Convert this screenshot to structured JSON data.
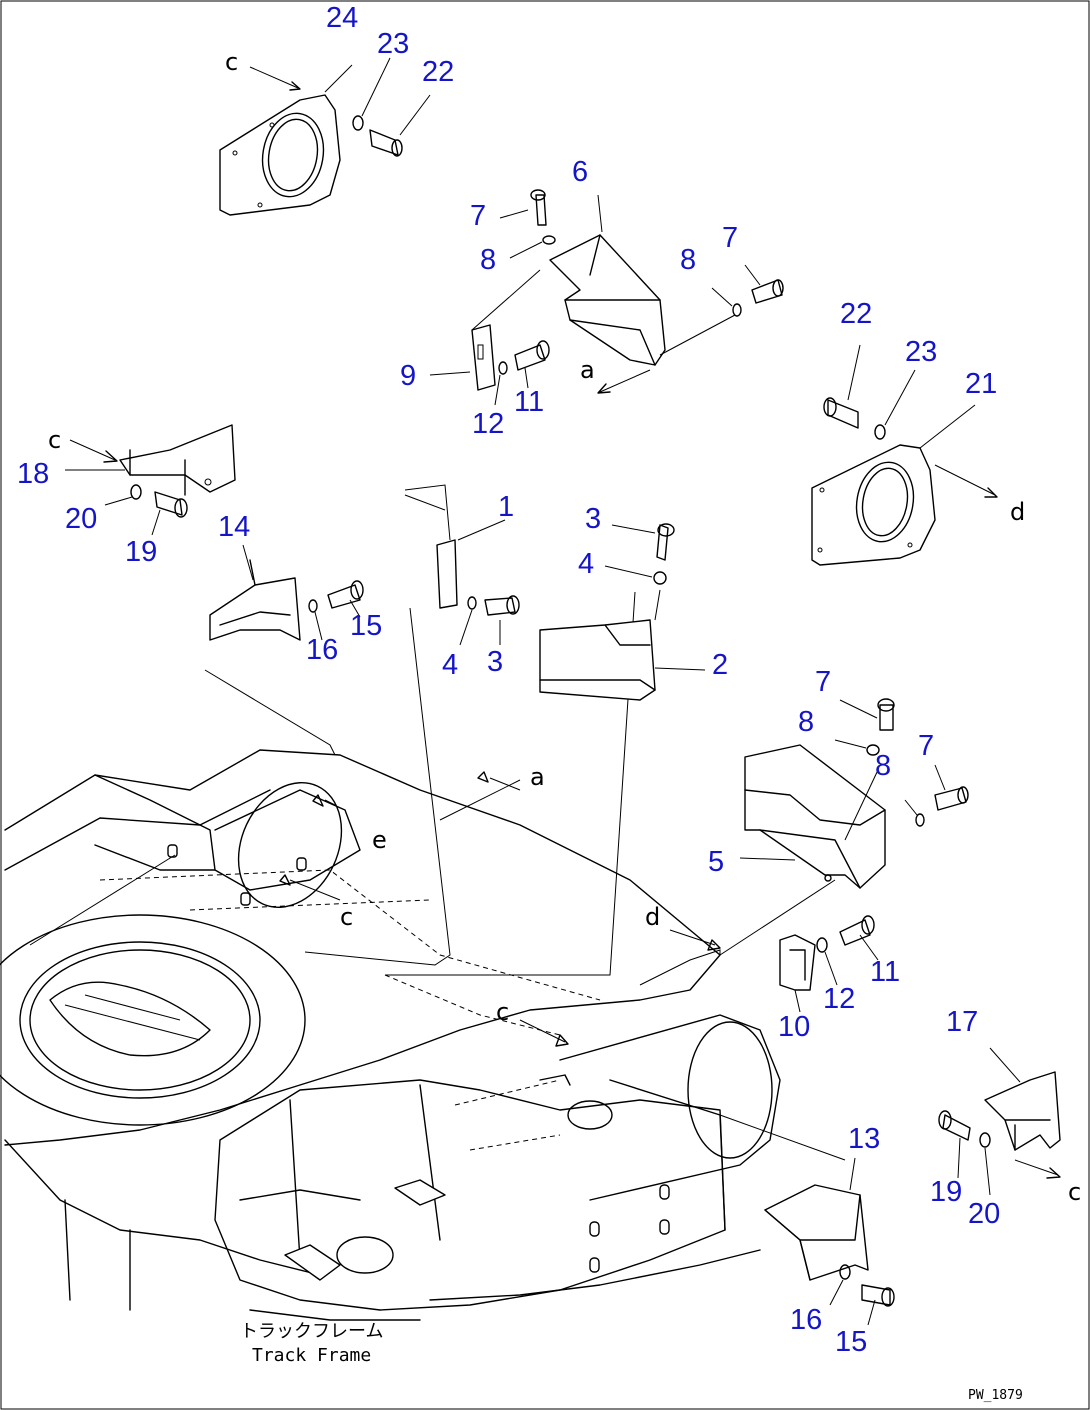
{
  "diagram": {
    "page_id": "PW_1879",
    "frame_label_jp": "トラックフレーム",
    "frame_label_en": "Track Frame",
    "label_color": "#1414c8",
    "callouts": [
      {
        "id": "c1",
        "text": "1"
      },
      {
        "id": "c2",
        "text": "2"
      },
      {
        "id": "c3a",
        "text": "3"
      },
      {
        "id": "c3b",
        "text": "3"
      },
      {
        "id": "c4a",
        "text": "4"
      },
      {
        "id": "c4b",
        "text": "4"
      },
      {
        "id": "c5",
        "text": "5"
      },
      {
        "id": "c6",
        "text": "6"
      },
      {
        "id": "c7a",
        "text": "7"
      },
      {
        "id": "c7b",
        "text": "7"
      },
      {
        "id": "c7c",
        "text": "7"
      },
      {
        "id": "c7d",
        "text": "7"
      },
      {
        "id": "c8a",
        "text": "8"
      },
      {
        "id": "c8b",
        "text": "8"
      },
      {
        "id": "c8c",
        "text": "8"
      },
      {
        "id": "c8d",
        "text": "8"
      },
      {
        "id": "c9",
        "text": "9"
      },
      {
        "id": "c10",
        "text": "10"
      },
      {
        "id": "c11a",
        "text": "11"
      },
      {
        "id": "c11b",
        "text": "11"
      },
      {
        "id": "c12a",
        "text": "12"
      },
      {
        "id": "c12b",
        "text": "12"
      },
      {
        "id": "c13",
        "text": "13"
      },
      {
        "id": "c14",
        "text": "14"
      },
      {
        "id": "c15a",
        "text": "15"
      },
      {
        "id": "c15b",
        "text": "15"
      },
      {
        "id": "c16a",
        "text": "16"
      },
      {
        "id": "c16b",
        "text": "16"
      },
      {
        "id": "c17",
        "text": "17"
      },
      {
        "id": "c18",
        "text": "18"
      },
      {
        "id": "c19a",
        "text": "19"
      },
      {
        "id": "c19b",
        "text": "19"
      },
      {
        "id": "c20a",
        "text": "20"
      },
      {
        "id": "c20b",
        "text": "20"
      },
      {
        "id": "c21",
        "text": "21"
      },
      {
        "id": "c22a",
        "text": "22"
      },
      {
        "id": "c22b",
        "text": "22"
      },
      {
        "id": "c23a",
        "text": "23"
      },
      {
        "id": "c23b",
        "text": "23"
      },
      {
        "id": "c24",
        "text": "24"
      }
    ],
    "refs": [
      {
        "id": "r_c1",
        "text": "c"
      },
      {
        "id": "r_c2",
        "text": "c"
      },
      {
        "id": "r_c3",
        "text": "c"
      },
      {
        "id": "r_c4",
        "text": "c"
      },
      {
        "id": "r_c5",
        "text": "c"
      },
      {
        "id": "r_a1",
        "text": "a"
      },
      {
        "id": "r_a2",
        "text": "a"
      },
      {
        "id": "r_d1",
        "text": "d"
      },
      {
        "id": "r_d2",
        "text": "d"
      },
      {
        "id": "r_e1",
        "text": "e"
      },
      {
        "id": "r_b1",
        "text": "c"
      }
    ]
  }
}
